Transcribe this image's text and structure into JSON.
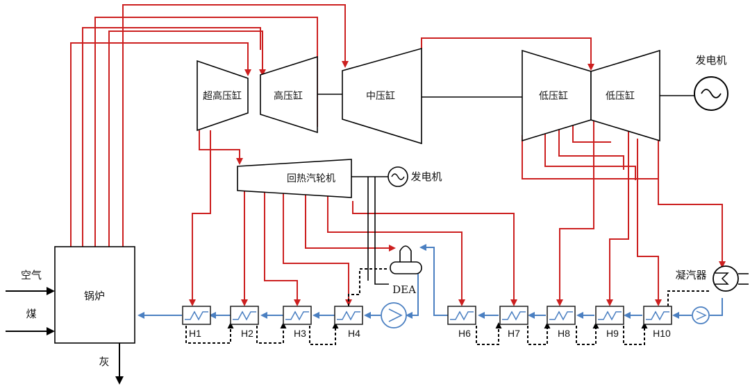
{
  "colors": {
    "steam": "#cc1f1f",
    "feedwater": "#4a7fc1",
    "structure": "#000000",
    "drain": "#000000"
  },
  "boiler": {
    "label": "锅炉"
  },
  "inputs": {
    "air": "空气",
    "coal": "煤"
  },
  "outputs": {
    "ash": "灰"
  },
  "turbines": {
    "vhp": "超高压缸",
    "hp": "高压缸",
    "ip": "中压缸",
    "lp1": "低压缸",
    "lp2": "低压缸",
    "regen": "回热汽轮机"
  },
  "generators": {
    "main": "发电机",
    "regen": "发电机"
  },
  "deaerator": {
    "label": "DEA"
  },
  "condenser": {
    "label": "凝汽器"
  },
  "heaters": [
    "H1",
    "H2",
    "H3",
    "H4",
    "H6",
    "H7",
    "H8",
    "H9",
    "H10"
  ],
  "icons": {
    "heater": "heat-exchanger-icon",
    "pump": "pump-icon",
    "generator": "generator-icon",
    "condenser": "condenser-icon"
  }
}
